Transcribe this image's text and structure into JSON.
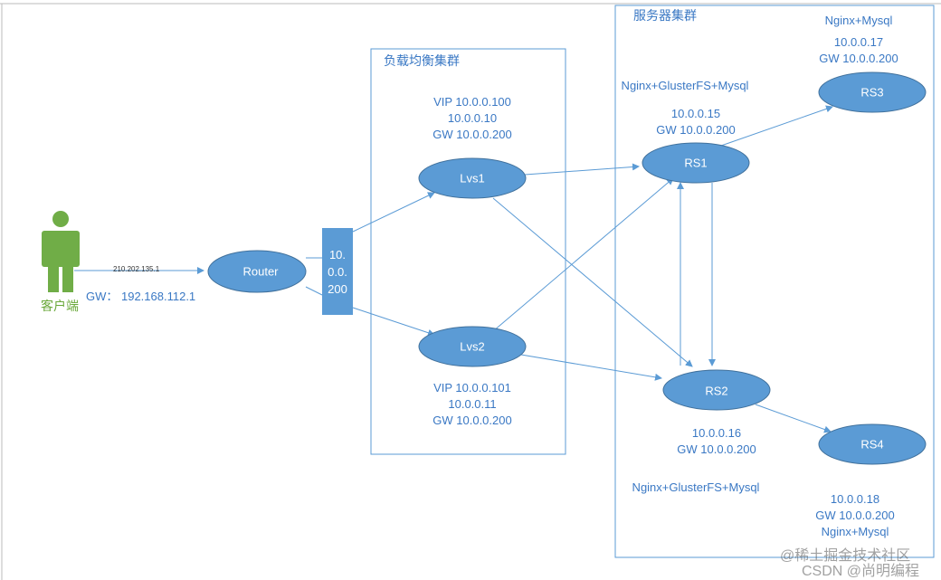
{
  "client": {
    "label": "客户端",
    "gw": "GW： 192.168.112.1",
    "link_ip": "210.202.135.1"
  },
  "router": {
    "label": "Router"
  },
  "switch": {
    "lines": [
      "10.",
      "0.0.",
      "200"
    ]
  },
  "lb_cluster": {
    "title": "负载均衡集群",
    "lvs1": {
      "label": "Lvs1",
      "lines": [
        "VIP 10.0.0.100",
        "10.0.0.10",
        "GW 10.0.0.200"
      ]
    },
    "lvs2": {
      "label": "Lvs2",
      "lines": [
        "VIP 10.0.0.101",
        "10.0.0.11",
        "GW 10.0.0.200"
      ]
    }
  },
  "server_cluster": {
    "title": "服务器集群",
    "rs1": {
      "label": "RS1",
      "role": "Nginx+GlusterFS+Mysql",
      "ip": "10.0.0.15",
      "gw": "GW 10.0.0.200"
    },
    "rs2": {
      "label": "RS2",
      "role": "Nginx+GlusterFS+Mysql",
      "ip": "10.0.0.16",
      "gw": "GW 10.0.0.200"
    },
    "rs3": {
      "label": "RS3",
      "role": "Nginx+Mysql",
      "ip": "10.0.0.17",
      "gw": "GW 10.0.0.200"
    },
    "rs4": {
      "label": "RS4",
      "role": "Nginx+Mysql",
      "ip": "10.0.0.18",
      "gw": "GW 10.0.0.200"
    }
  },
  "colors": {
    "node_fill": "#5b9bd5",
    "node_stroke": "#41719c",
    "text": "#3a78c4",
    "client": "#70ad47"
  },
  "watermark": {
    "line1": "@稀土掘金技术社区",
    "line2": "CSDN @尚明编程"
  }
}
